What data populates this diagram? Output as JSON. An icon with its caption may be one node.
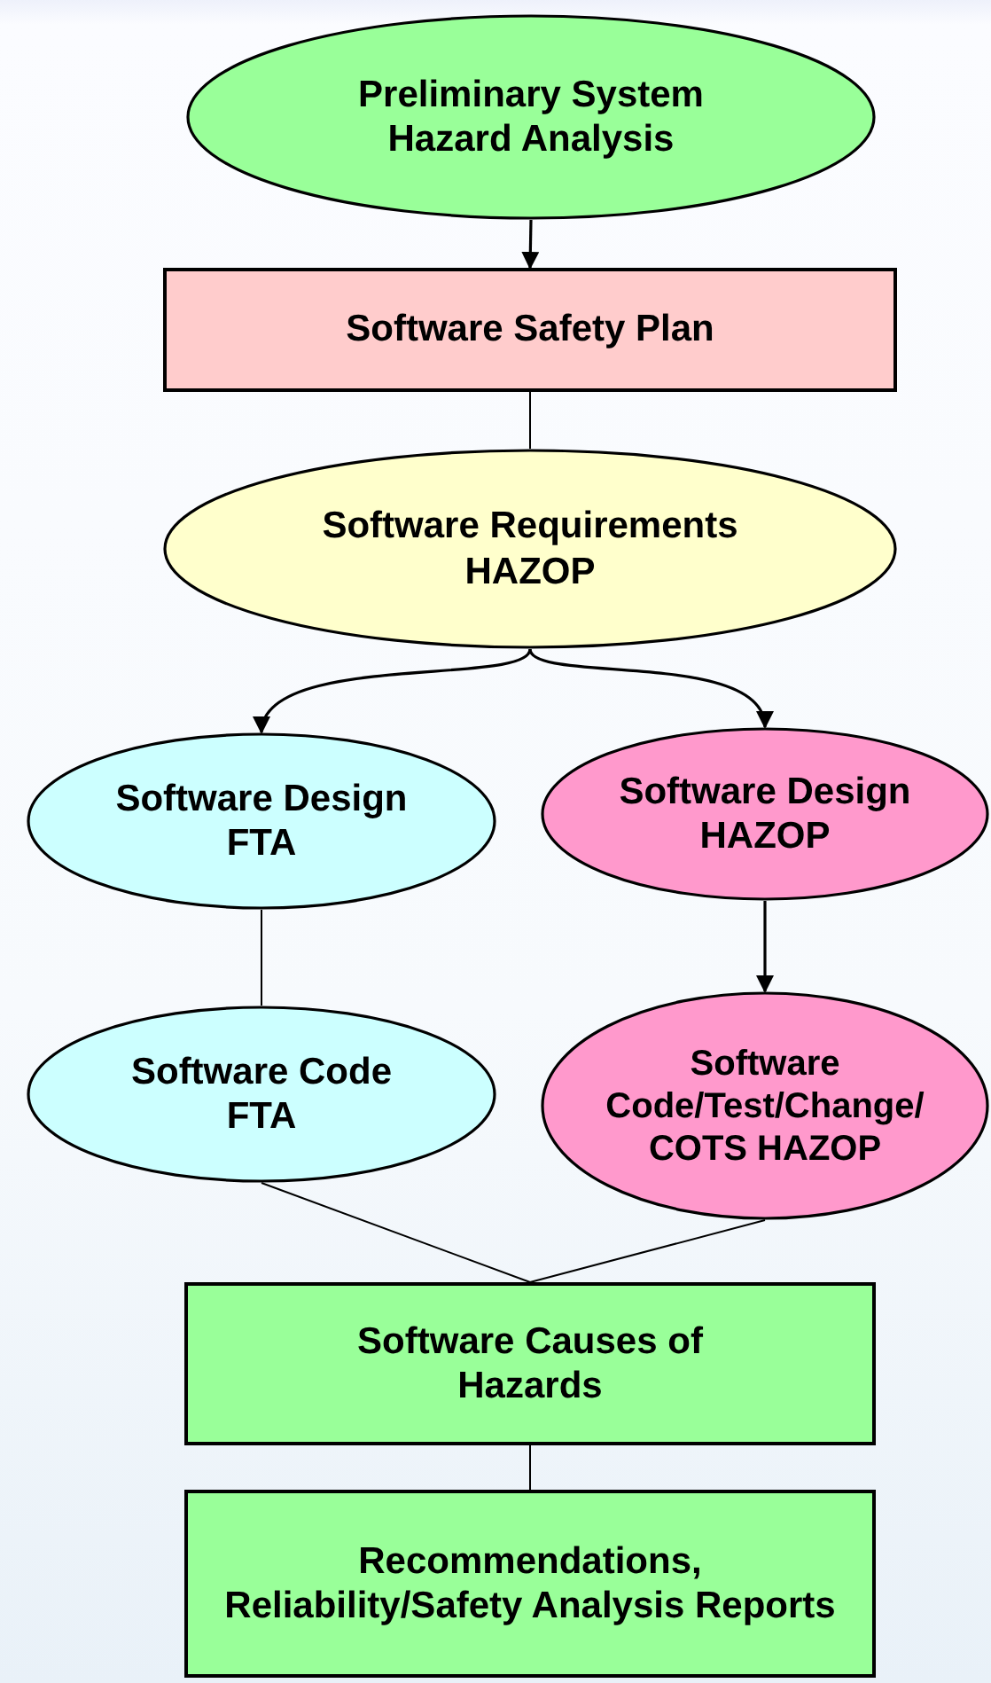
{
  "diagram": {
    "nodes": [
      {
        "text": [
          "Preliminary System Hazard Analysis"
        ]
      },
      {
        "text": [
          "Software Safety Plan"
        ]
      },
      {
        "text": [
          "Software Requirements HAZOP"
        ]
      },
      {
        "text": [
          "Software Design FTA"
        ]
      },
      {
        "text": [
          "Software Design HAZOP"
        ]
      },
      {
        "text": [
          "Software Code FTA"
        ]
      },
      {
        "text": [
          "Software Code/Test/Change/ COTS HAZOP"
        ]
      },
      {
        "text": [
          "Software Causes of Hazards"
        ]
      },
      {
        "text": [
          "Recommendations, Reliability/Safety Analysis Reports"
        ]
      }
    ],
    "edges": [
      {
        "from": 0,
        "to": 1,
        "arrow": "to"
      },
      {
        "from": 1,
        "to": 2,
        "arrow": "none"
      },
      {
        "from": 2,
        "to": 3,
        "arrow": "to"
      },
      {
        "from": 2,
        "to": 4,
        "arrow": "to"
      },
      {
        "from": 3,
        "to": 5,
        "arrow": "none"
      },
      {
        "from": 4,
        "to": 6,
        "arrow": "to"
      },
      {
        "from": 5,
        "to": 7,
        "arrow": "none"
      },
      {
        "from": 6,
        "to": 7,
        "arrow": "none"
      },
      {
        "from": 7,
        "to": 8,
        "arrow": "none"
      }
    ]
  }
}
